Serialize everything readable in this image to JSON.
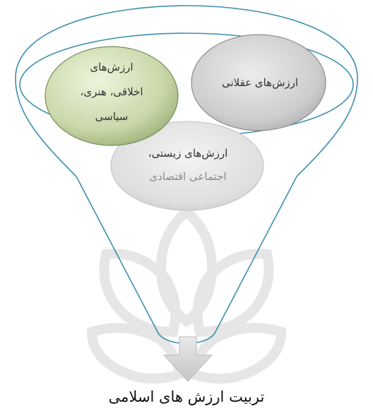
{
  "diagram": {
    "circle_moral": {
      "lines": [
        "ارزش‌های",
        "اخلاقی، هنری،",
        "سیاسی"
      ]
    },
    "circle_rational": {
      "lines": [
        "ارزش‌های عقلانی"
      ]
    },
    "circle_bio": {
      "lines": [
        "ارزش‌های زیستی،",
        "اجتماعی اقتصادی"
      ]
    },
    "output_label": "تربیت ارزش های اسلامی"
  },
  "colors": {
    "funnel_stroke": "#3d8fb0",
    "moral_fill": "#c7d6a8",
    "rational_fill": "#c9c9c9",
    "bio_fill": "#dcdcdc",
    "arrow_fill": "#d4d4d4",
    "watermark": "#e6e6e6"
  }
}
